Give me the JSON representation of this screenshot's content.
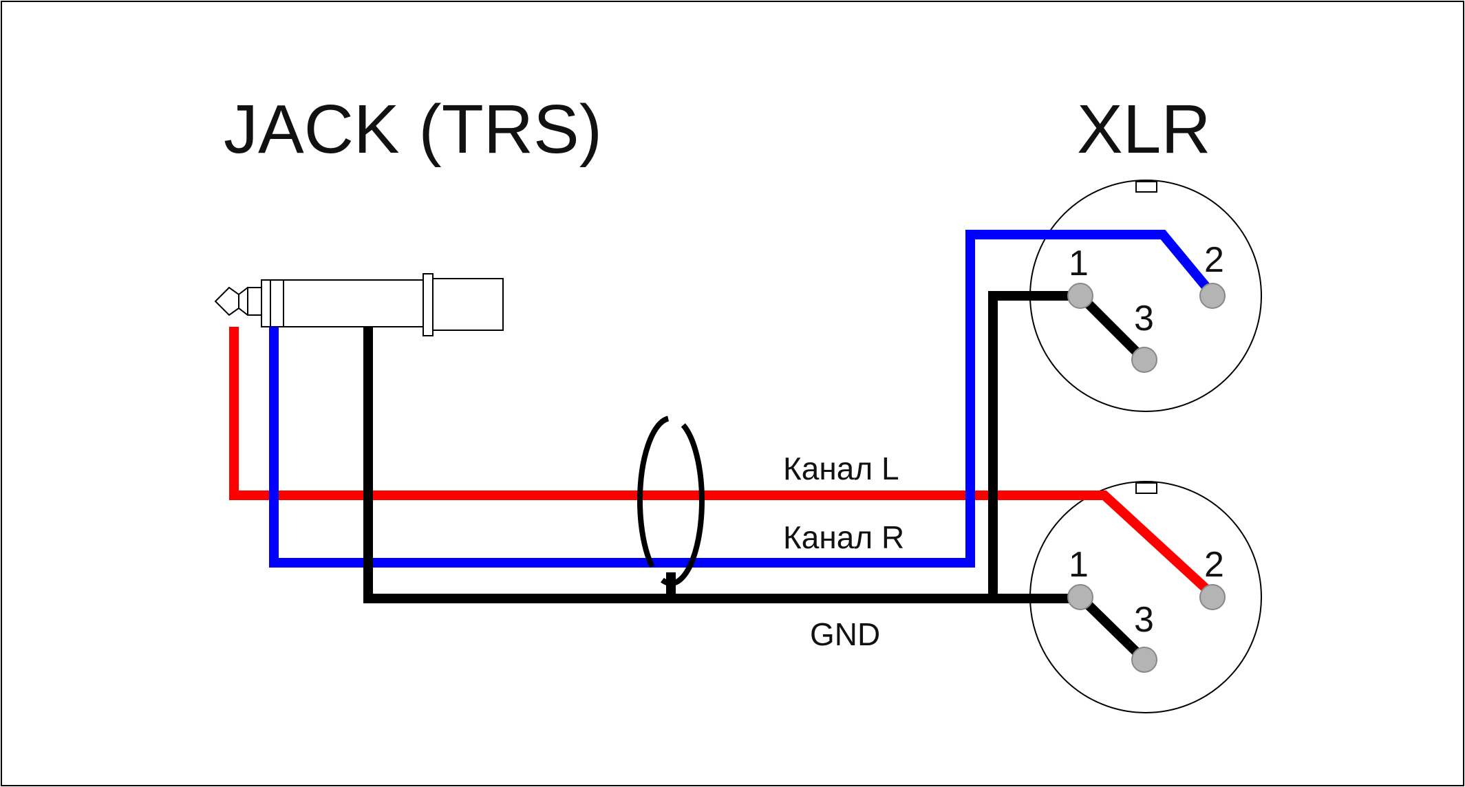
{
  "diagram": {
    "jack_title": "JACK (TRS)",
    "xlr_title": "XLR",
    "wire_labels": {
      "left": "Канал L",
      "right": "Канал R",
      "ground": "GND"
    },
    "xlr_top": {
      "pin1": "1",
      "pin2": "2",
      "pin3": "3"
    },
    "xlr_bottom": {
      "pin1": "1",
      "pin2": "2",
      "pin3": "3"
    },
    "colors": {
      "left_channel": "#ff0000",
      "right_channel": "#0000ff",
      "ground": "#000000",
      "pin_fill": "#b4b4b4",
      "outline": "#000000"
    }
  }
}
